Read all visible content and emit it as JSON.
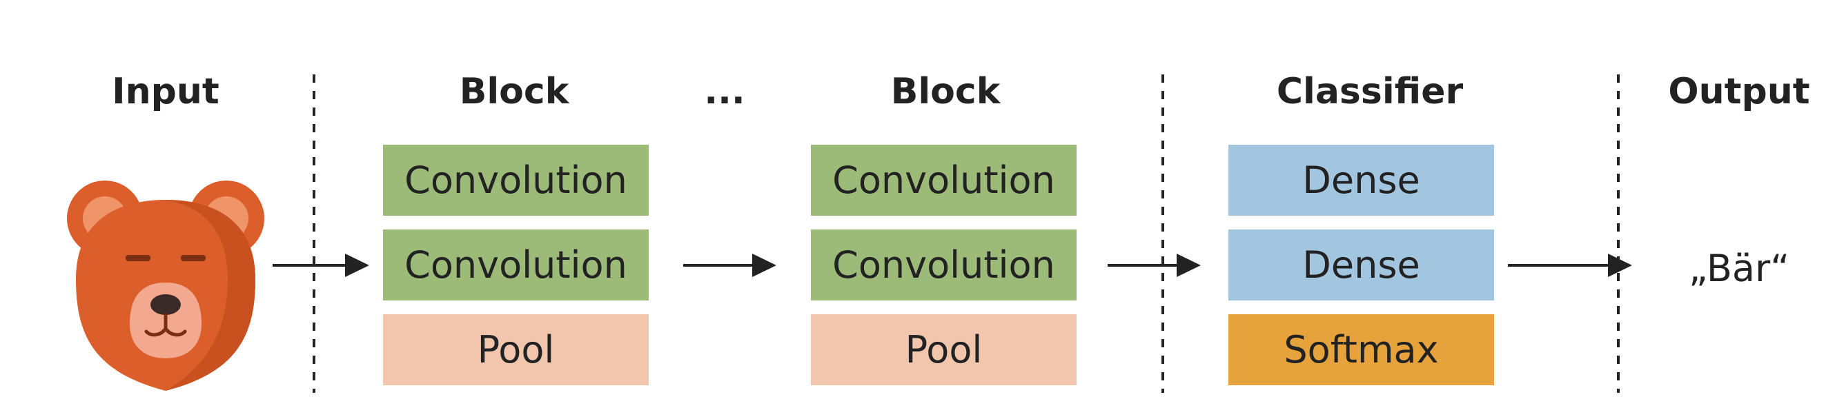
{
  "headers": {
    "input": "Input",
    "block1": "Block",
    "ellipsis": "...",
    "block2": "Block",
    "classifier": "Classifier",
    "output": "Output"
  },
  "block1": {
    "layers": [
      "Convolution",
      "Convolution",
      "Pool"
    ]
  },
  "block2": {
    "layers": [
      "Convolution",
      "Convolution",
      "Pool"
    ]
  },
  "classifier": {
    "layers": [
      "Dense",
      "Dense",
      "Softmax"
    ]
  },
  "output": {
    "label": "„Bär“"
  },
  "colors": {
    "convolution": "#9cbb78",
    "pool": "#f2c6ad",
    "dense": "#a3c6e0",
    "softmax": "#e6a33c",
    "bear_fur": "#dc5f2b",
    "bear_muzzle": "#f2a98f"
  },
  "icons": {
    "input_image": "bear-face-icon"
  }
}
